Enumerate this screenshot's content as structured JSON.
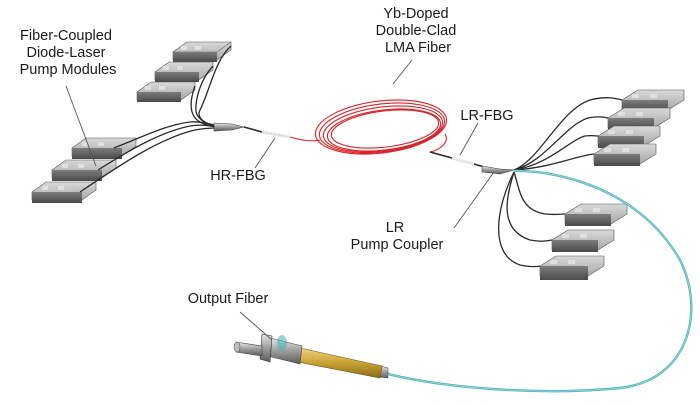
{
  "labels": {
    "pump_modules": [
      "Fiber-Coupled",
      "Diode-Laser",
      "Pump Modules"
    ],
    "gain_fiber": [
      "Yb-Doped",
      "Double-Clad",
      "LMA Fiber"
    ],
    "hr_fbg": "HR-FBG",
    "lr_fbg": "LR-FBG",
    "lr_coupler": [
      "LR",
      "Pump Coupler"
    ],
    "output_fiber": "Output Fiber"
  },
  "colors": {
    "gain_fiber": "#d6262b",
    "output_fiber": "#4fb3b9",
    "pump_fiber": "#2a2a2a",
    "module_body": "#9a9a9a",
    "connector": "#c9a233"
  }
}
